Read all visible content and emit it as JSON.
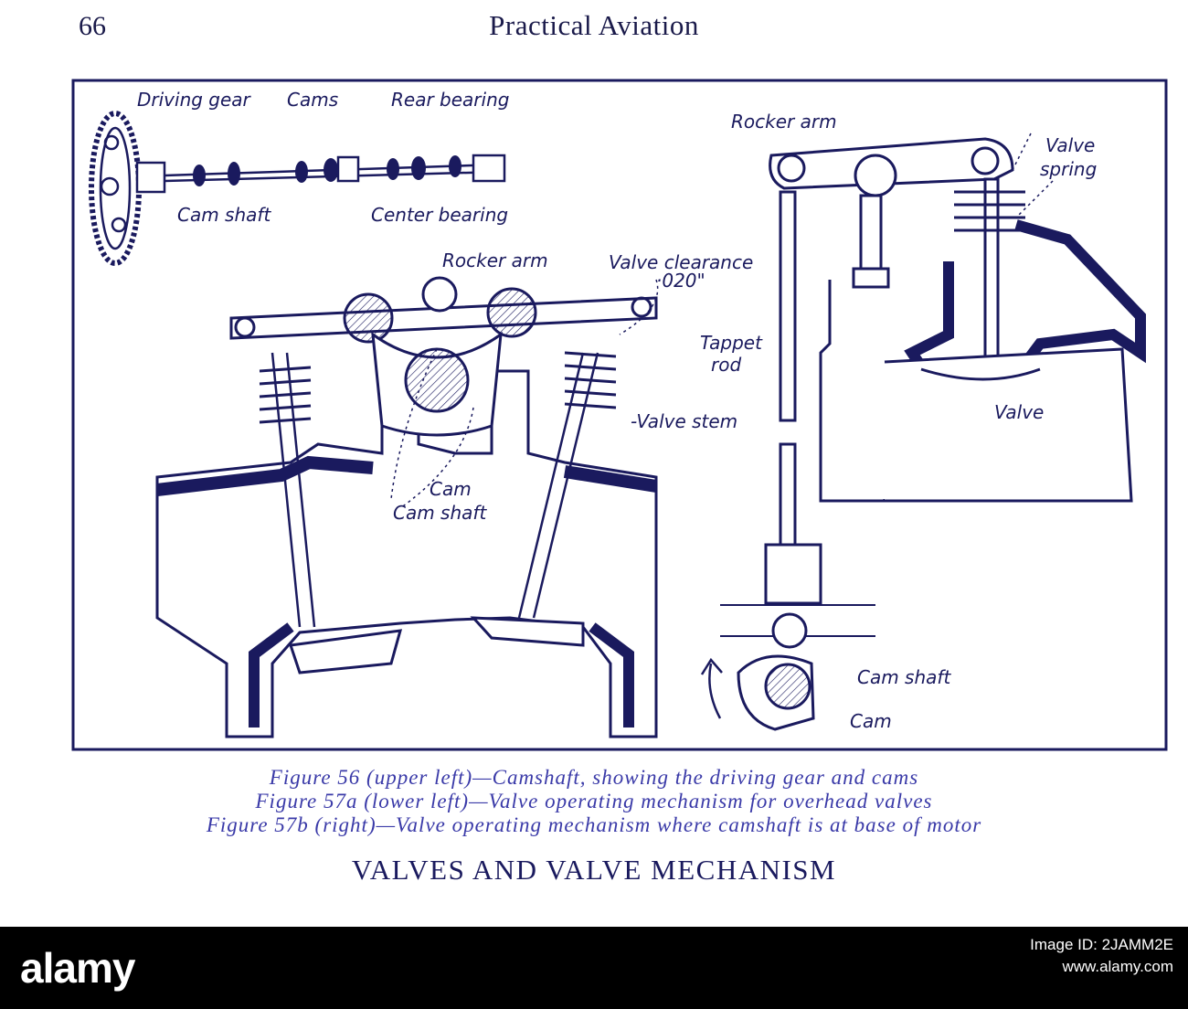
{
  "header": {
    "page_number": "66",
    "running_title": "Practical Aviation"
  },
  "figure_labels": {
    "fig56": {
      "driving_gear": "Driving gear",
      "cams": "Cams",
      "rear_bearing": "Rear bearing",
      "cam_shaft": "Cam shaft",
      "center_bearing": "Center bearing"
    },
    "fig57a": {
      "rocker_arm": "Rocker arm",
      "valve_clearance": "Valve clearance",
      "clearance_value": "·020\"",
      "valve_stem": "-Valve stem",
      "cam": "Cam",
      "cam_shaft": "Cam shaft"
    },
    "fig57b": {
      "rocker_arm": "Rocker arm",
      "valve_spring_1": "Valve",
      "valve_spring_2": "spring",
      "tappet_rod_1": "Tappet",
      "tappet_rod_2": "rod",
      "valve": "Valve",
      "cam_shaft": "Cam shaft",
      "cam": "Cam"
    }
  },
  "captions": [
    "Figure 56 (upper left)—Camshaft, showing the driving gear and cams",
    "Figure 57a (lower left)—Valve operating mechanism for overhead valves",
    "Figure 57b (right)—Valve operating mechanism where camshaft is at base of motor"
  ],
  "plate_title": "VALVES AND VALVE MECHANISM",
  "footer": {
    "logo": "alamy",
    "image_id_label": "Image ID: 2JAMM2E",
    "site": "www.alamy.com"
  },
  "colors": {
    "ink": "#1a1a5e",
    "caption": "#3a3aa8",
    "footer_bg": "#000000"
  }
}
